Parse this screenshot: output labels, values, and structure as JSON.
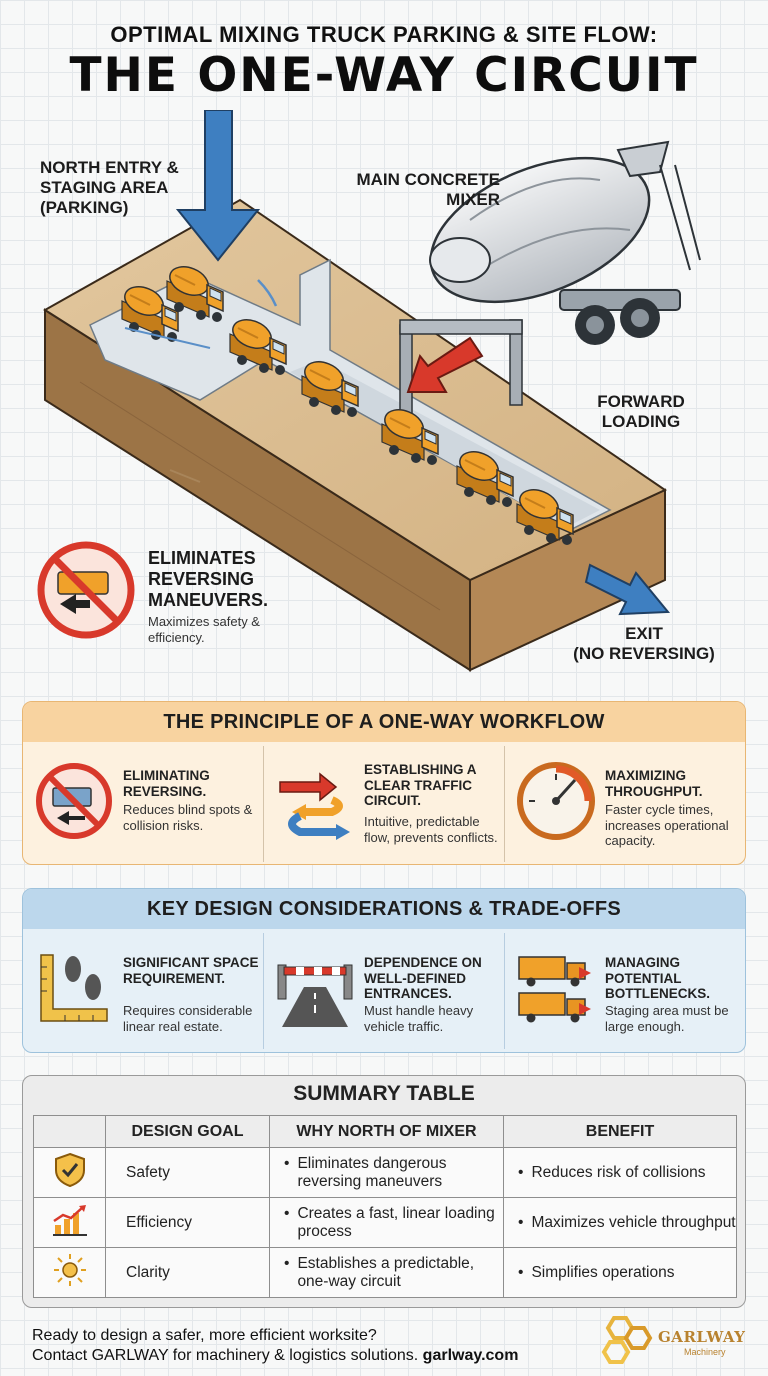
{
  "header": {
    "subtitle": "OPTIMAL MIXING TRUCK PARKING & SITE FLOW:",
    "title": "THE ONE-WAY CIRCUIT"
  },
  "scene": {
    "label_entry": [
      "NORTH ENTRY &",
      "STAGING AREA",
      "(PARKING)"
    ],
    "label_mixer": [
      "MAIN CONCRETE",
      "MIXER"
    ],
    "label_loading": [
      "FORWARD",
      "LOADING"
    ],
    "label_exit": [
      "EXIT",
      "(NO REVERSING)"
    ],
    "note_title": "ELIMINATES REVERSING MANEUVERS.",
    "note_sub": "Maximizes safety & efficiency."
  },
  "principle": {
    "title": "THE PRINCIPLE OF A ONE-WAY WORKFLOW",
    "items": [
      {
        "title": "ELIMINATING REVERSING.",
        "desc": "Reduces blind spots & collision risks.",
        "icon": "no-reversing-icon"
      },
      {
        "title": "ESTABLISHING A CLEAR TRAFFIC CIRCUIT.",
        "desc": "Intuitive, predictable flow, prevents conflicts.",
        "icon": "traffic-circuit-icon"
      },
      {
        "title": "MAXIMIZING THROUGHPUT.",
        "desc": "Faster cycle times, increases operational capacity.",
        "icon": "gauge-icon"
      }
    ]
  },
  "considerations": {
    "title": "KEY DESIGN CONSIDERATIONS & TRADE-OFFS",
    "items": [
      {
        "title": "SIGNIFICANT SPACE REQUIREMENT.",
        "desc": "Requires considerable linear real estate.",
        "icon": "ruler-footprints-icon"
      },
      {
        "title": "DEPENDENCE ON WELL-DEFINED ENTRANCES.",
        "desc": "Must handle heavy vehicle traffic.",
        "icon": "barrier-gate-icon"
      },
      {
        "title": "MANAGING POTENTIAL BOTTLENECKS.",
        "desc": "Staging area must be large enough.",
        "icon": "trucks-queue-icon"
      }
    ]
  },
  "summary": {
    "title": "SUMMARY TABLE",
    "headers": [
      "",
      "DESIGN GOAL",
      "WHY NORTH OF MIXER",
      "BENEFIT"
    ],
    "rows": [
      {
        "icon": "shield-check-icon",
        "goal": "Safety",
        "why": "Eliminates dangerous reversing maneuvers",
        "benefit": "Reduces risk of collisions"
      },
      {
        "icon": "growth-chart-icon",
        "goal": "Efficiency",
        "why": "Creates a fast, linear loading process",
        "benefit": "Maximizes vehicle throughput"
      },
      {
        "icon": "sun-icon",
        "goal": "Clarity",
        "why": "Establishes a predictable, one-way circuit",
        "benefit": "Simplifies operations"
      }
    ]
  },
  "footer": {
    "line1": "Ready to design a safer, more efficient worksite?",
    "line2": "Contact GARLWAY for machinery & logistics solutions.",
    "link": "garlway.com",
    "logo_name": "GARLWAY",
    "logo_sub": "Machinery"
  },
  "colors": {
    "truck": "#f0a12a",
    "arrow_blue": "#3e7fc1",
    "arrow_red": "#d8392b",
    "orange_panel": "#f8d3a0",
    "blue_panel": "#bcd7ec"
  }
}
